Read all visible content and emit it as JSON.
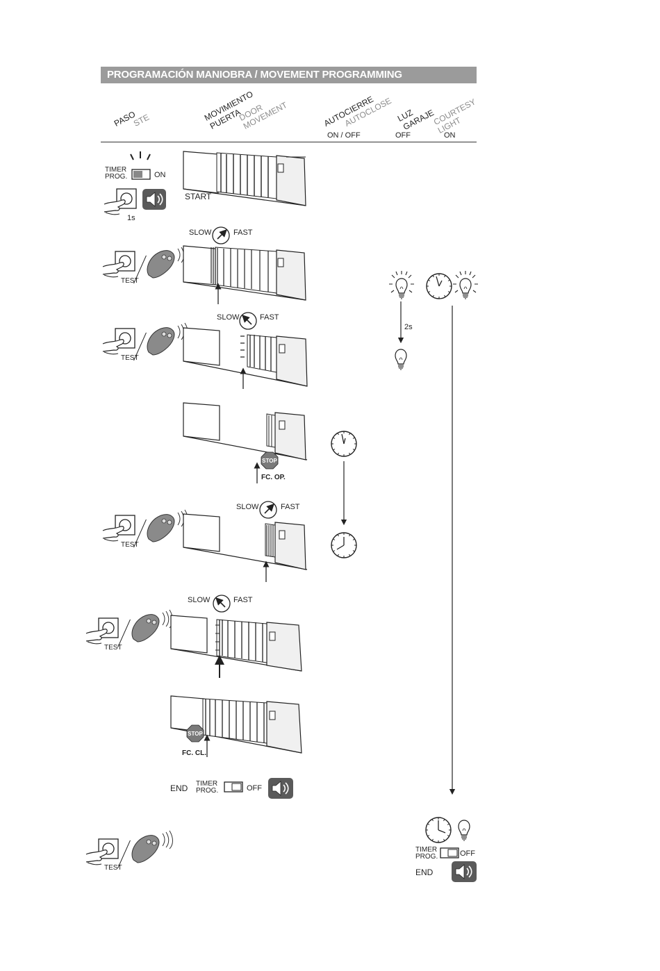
{
  "header": {
    "title": "PROGRAMACIÓN MANIOBRA / MOVEMENT PROGRAMMING"
  },
  "columns": {
    "step": {
      "es": "PASO",
      "en": "STE"
    },
    "movement": {
      "es_1": "MOVIMIENTO",
      "es_2": "PUERTA",
      "en_1": "DOOR",
      "en_2": "MOVEMENT"
    },
    "autoclose": {
      "es": "AUTOCIERRE",
      "en": "AUTOCLOSE",
      "states": "ON / OFF"
    },
    "light": {
      "es_1": "LUZ",
      "es_2": "GARAJE",
      "en_1": "COURTESY",
      "en_2": "LIGHT",
      "off": "OFF",
      "on": "ON"
    }
  },
  "labels": {
    "timer": "TIMER",
    "prog": "PROG.",
    "on": "ON",
    "off": "OFF",
    "one_s": "1s",
    "start": "START",
    "test": "TEST",
    "slow": "SLOW",
    "fast": "FAST",
    "two_s": "2s",
    "stop": "STOP",
    "fc_op": "FC. OP.",
    "fc_cl": "FC. CL.",
    "end": "END"
  },
  "colors": {
    "header_bar": "#9b9b9b",
    "speaker_bg": "#5a5a5a",
    "stop_sign": "#7a7a7a",
    "line": "#222222"
  },
  "icons": [
    "light-bulb-icon",
    "clock-icon",
    "speaker-icon",
    "stop-sign-icon",
    "speed-dial-icon",
    "push-button-icon",
    "remote-control-icon"
  ]
}
